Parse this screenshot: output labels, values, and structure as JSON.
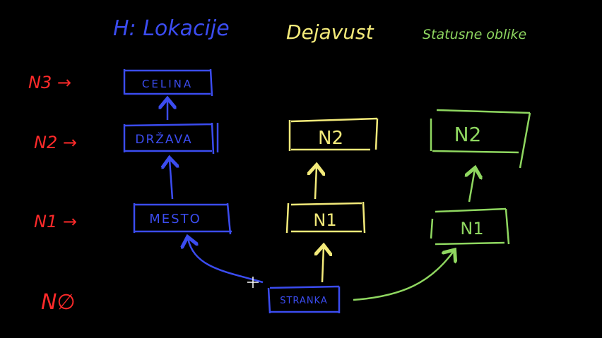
{
  "colors": {
    "background": "#000000",
    "blue": "#3b4cf0",
    "yellow": "#f3ea7a",
    "green": "#8fd760",
    "red": "#ff2a2a",
    "white": "#ffffff"
  },
  "headers": {
    "blue": "H: Lokacije",
    "yellow": "Dejavust",
    "green": "Statusne oblike"
  },
  "levels": {
    "n3": "N3 →",
    "n2": "N2 →",
    "n1": "N1 →",
    "n0": "N∅"
  },
  "blue_column": {
    "celina": "CELINA",
    "drzava": "DRŽAVA",
    "mesto": "MESTO"
  },
  "yellow_column": {
    "top": "N2",
    "bottom": "N1"
  },
  "green_column": {
    "top": "N2",
    "bottom": "N1"
  },
  "source": "STRANKA"
}
